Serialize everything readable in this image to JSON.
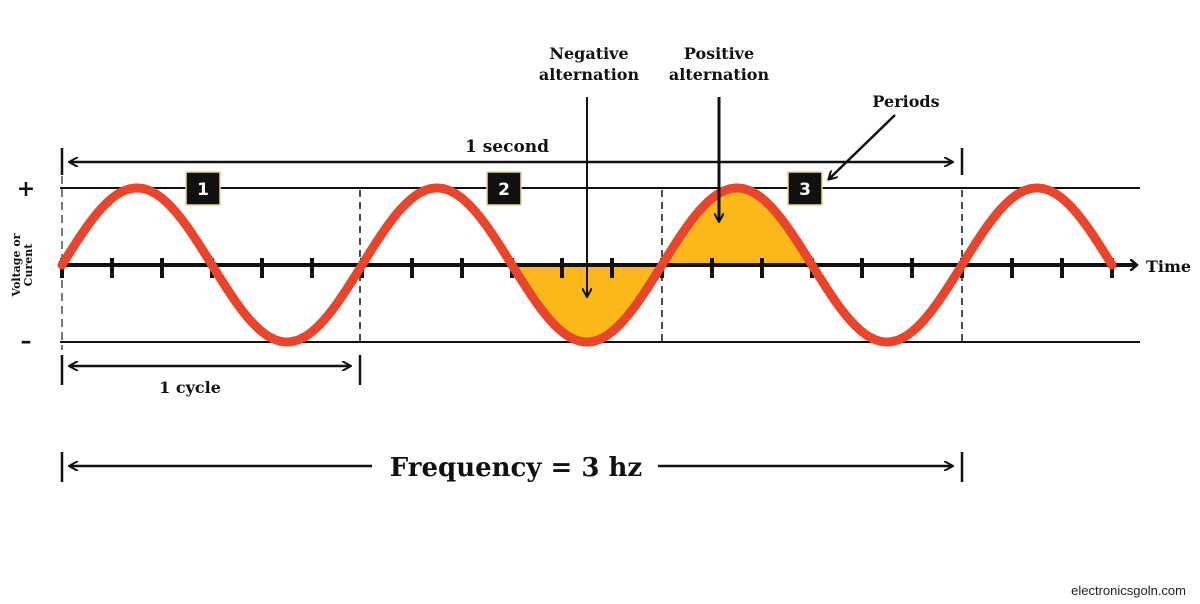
{
  "diagram": {
    "plus_label": "+",
    "minus_label": "–",
    "y_axis_label_line1": "Voltage or",
    "y_axis_label_line2": "Curent",
    "x_axis_label": "Time",
    "one_second_label": "1 second",
    "one_cycle_label": "1 cycle",
    "frequency_label": "Frequency = 3 hz",
    "negative_alternation_line1": "Negative",
    "negative_alternation_line2": "alternation",
    "positive_alternation_line1": "Positive",
    "positive_alternation_line2": "alternation",
    "periods_label": "Periods",
    "period_markers": [
      "1",
      "2",
      "3"
    ],
    "cycles_shown": 3.5,
    "wave_color": "#e8452c",
    "fill_color": "#fbb818"
  },
  "source_credit": "electronicsgoln.com"
}
